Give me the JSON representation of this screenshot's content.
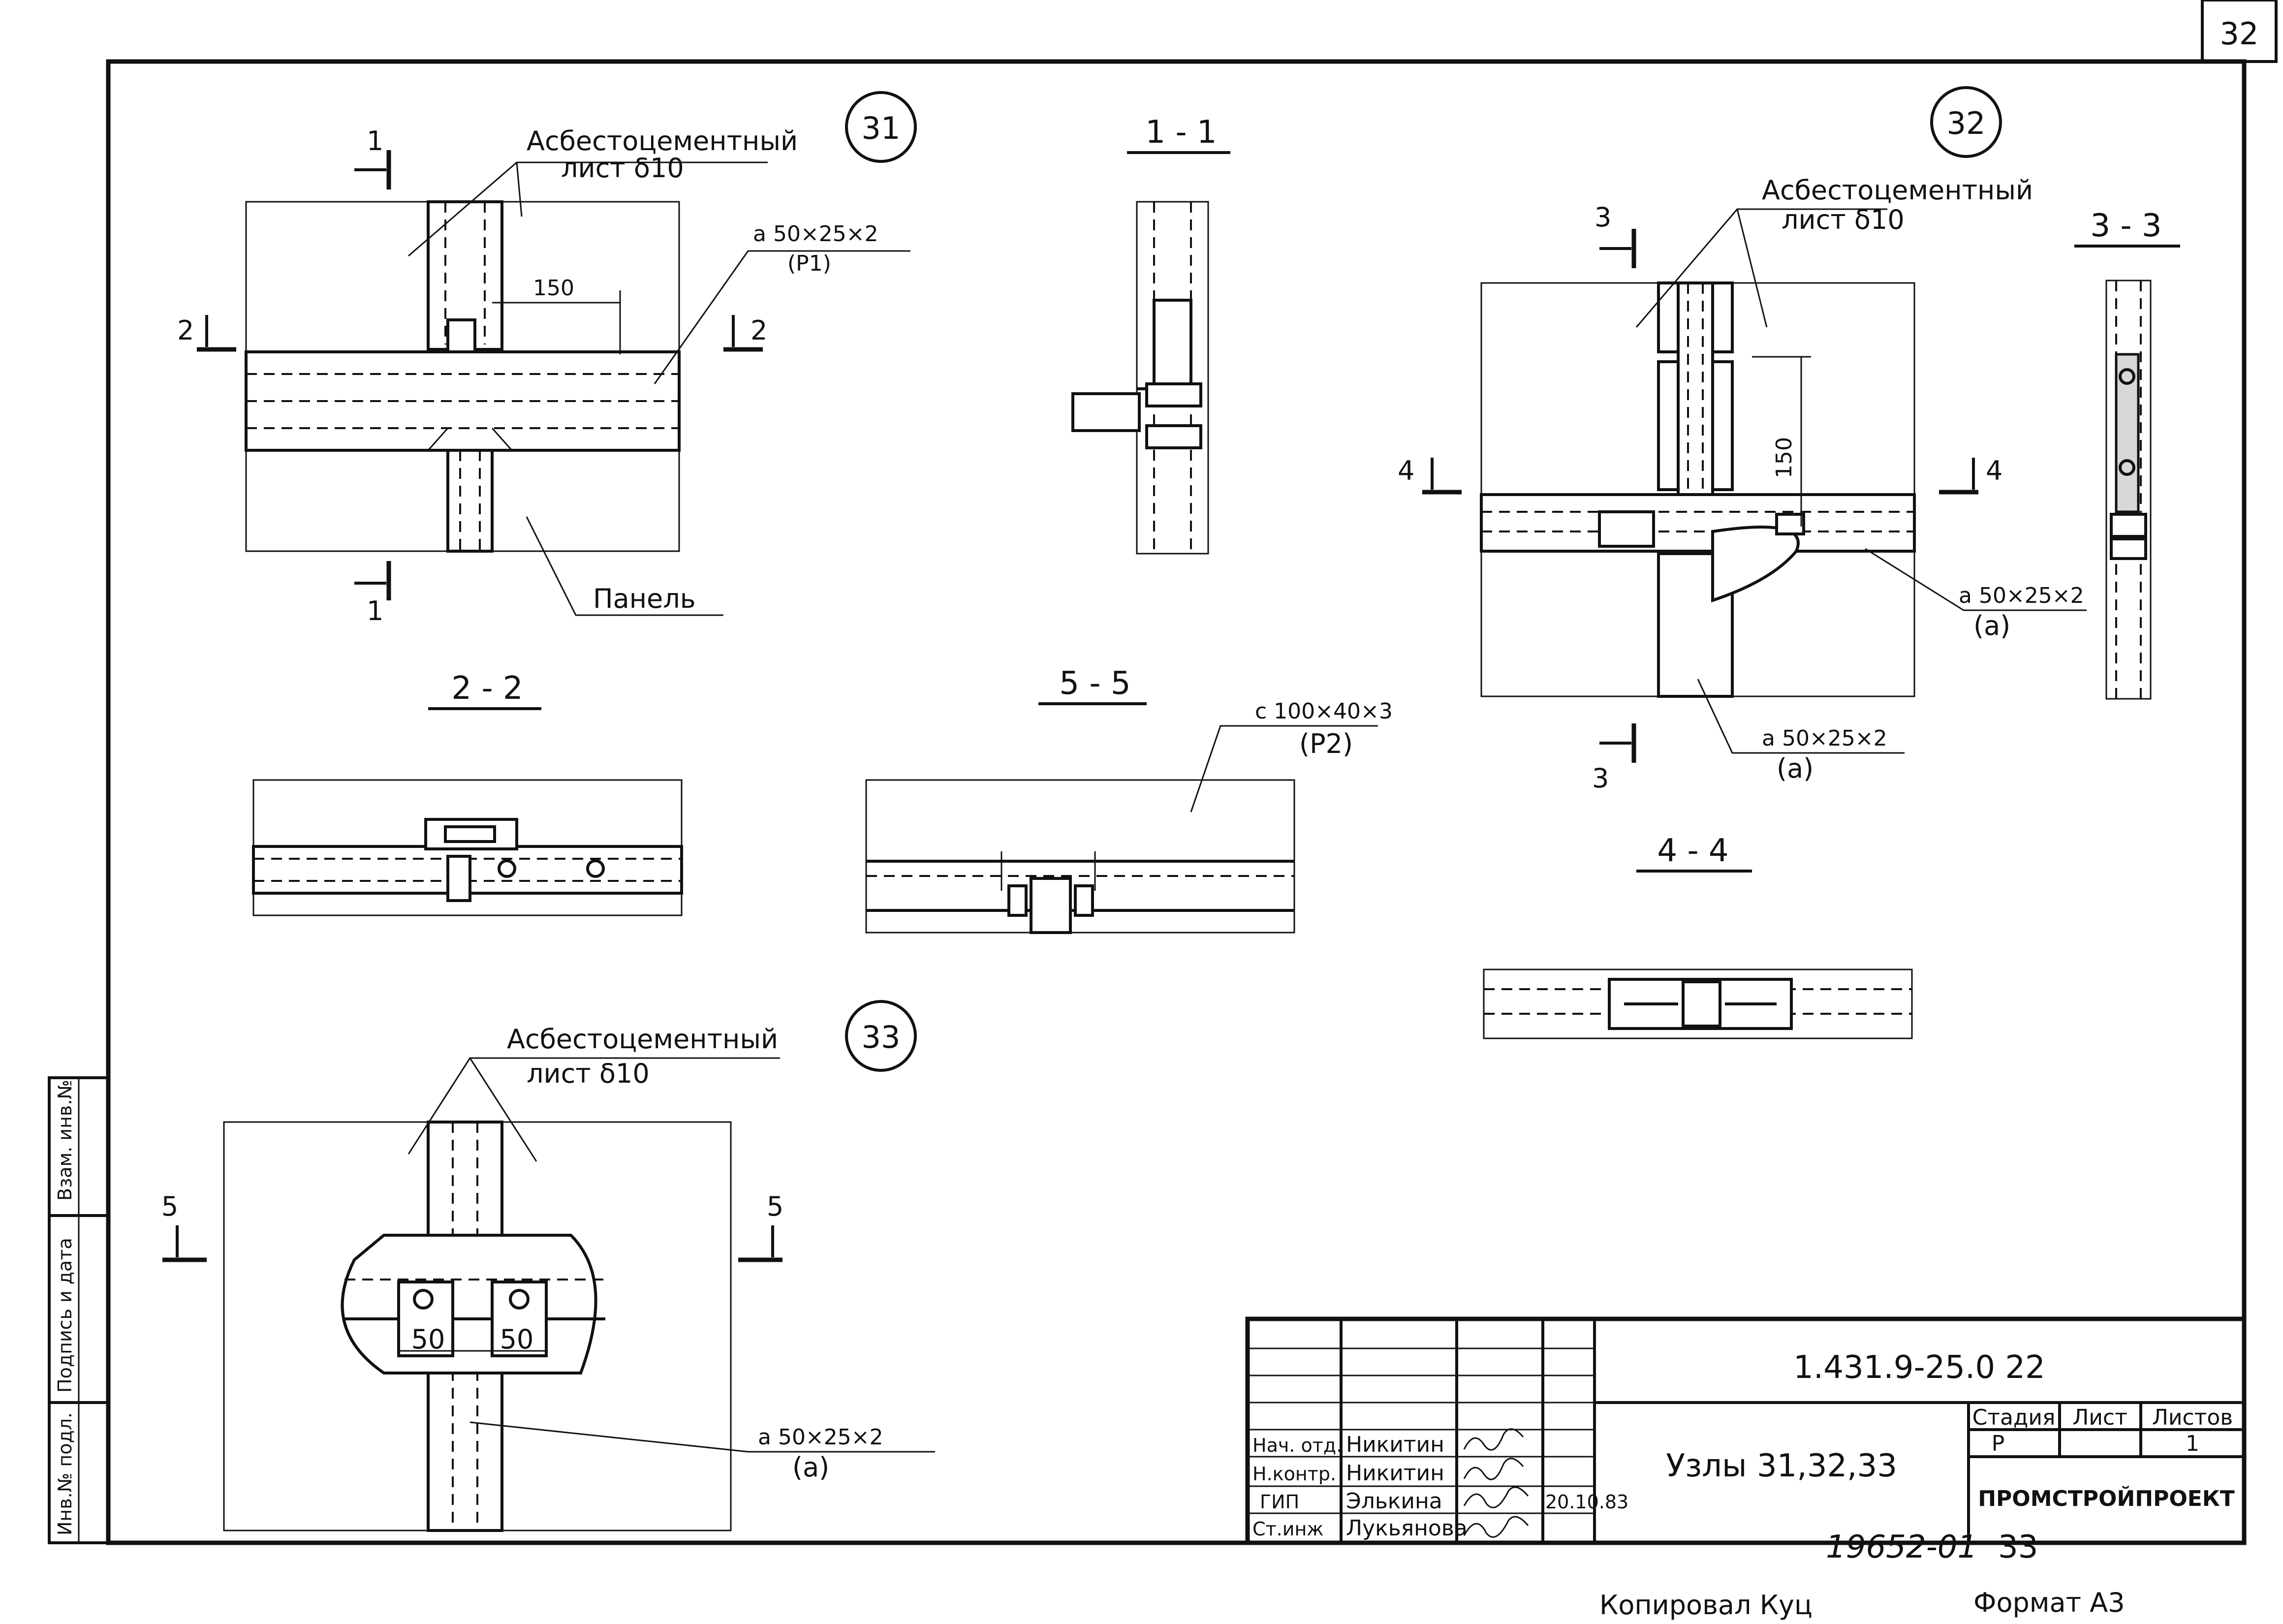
{
  "sheet": {
    "number": "32",
    "code": "1.431.9-25.0 22",
    "title": "Узлы 31,32,33",
    "stage_header": "Стадия",
    "sheet_header": "Лист",
    "sheets_header": "Листов",
    "stage_value": "Р",
    "sheets_value": "1",
    "organization": "ПРОМСТРОЙПРОЕКТ",
    "inventory": "19652-01",
    "inventory_page": "33",
    "copied_by": "Копировал Куц",
    "format": "Формат А3"
  },
  "signatures": [
    {
      "role": "Нач. отд.",
      "name": "Никитин",
      "date": ""
    },
    {
      "role": "Н.контр.",
      "name": "Никитин",
      "date": ""
    },
    {
      "role": "ГИП",
      "name": "Элькина",
      "date": "20.10.83"
    },
    {
      "role": "Ст.инж",
      "name": "Лукьянова",
      "date": ""
    }
  ],
  "side_stamp": [
    "Инв.№ подл.",
    "Подпись и дата",
    "Взам. инв.№"
  ],
  "nodes": {
    "n31": "31",
    "n32": "32",
    "n33": "33"
  },
  "sections": {
    "s11": "1 - 1",
    "s22": "2 - 2",
    "s33": "3 - 3",
    "s44": "4 - 4",
    "s55": "5 - 5"
  },
  "section_marks": {
    "one": "1",
    "two": "2",
    "three": "3",
    "four": "4",
    "five": "5"
  },
  "labels": {
    "asbestos": "Асбестоцементный",
    "sheet_s10": "лист δ10",
    "panel": "Панель",
    "angle_p1": "а 50×25×2",
    "angle_p1_tag": "(Р1)",
    "angle_a": "а 50×25×2",
    "angle_a_tag": "(а)",
    "channel": "с 100×40×3",
    "channel_tag": "(Р2)"
  },
  "dimensions": {
    "d150_top": "150",
    "d150_vert": "150",
    "d50_left": "50",
    "d50_right": "50"
  }
}
